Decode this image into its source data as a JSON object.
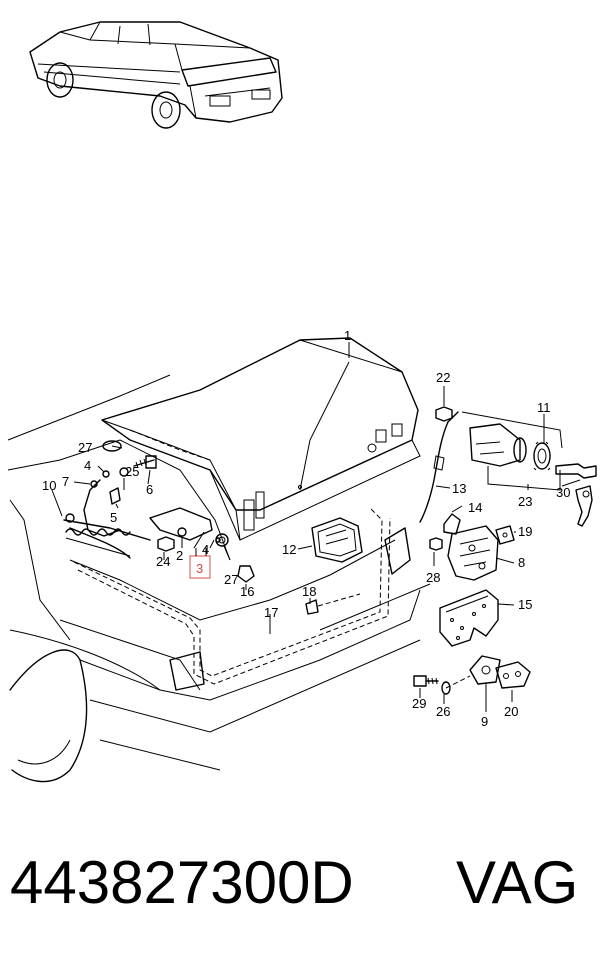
{
  "footer": {
    "part_number": "443827300D",
    "brand": "VAG"
  },
  "highlight_color": "#e06a6a",
  "callouts": {
    "p1": "1",
    "p2": "2",
    "p3": "3",
    "p4a": "4",
    "p4b": "4",
    "p5": "5",
    "p6": "6",
    "p7": "7",
    "p8": "8",
    "p9": "9",
    "p10": "10",
    "p11": "11",
    "p12": "12",
    "p13": "13",
    "p14": "14",
    "p15": "15",
    "p16": "16",
    "p17": "17",
    "p18": "18",
    "p19": "19",
    "p20": "20",
    "p22": "22",
    "p23": "23",
    "p24": "24",
    "p25": "25",
    "p26": "26",
    "p27a": "27",
    "p27b": "27",
    "p28": "28",
    "p29": "29",
    "p30": "30"
  },
  "highlighted_part": "3"
}
